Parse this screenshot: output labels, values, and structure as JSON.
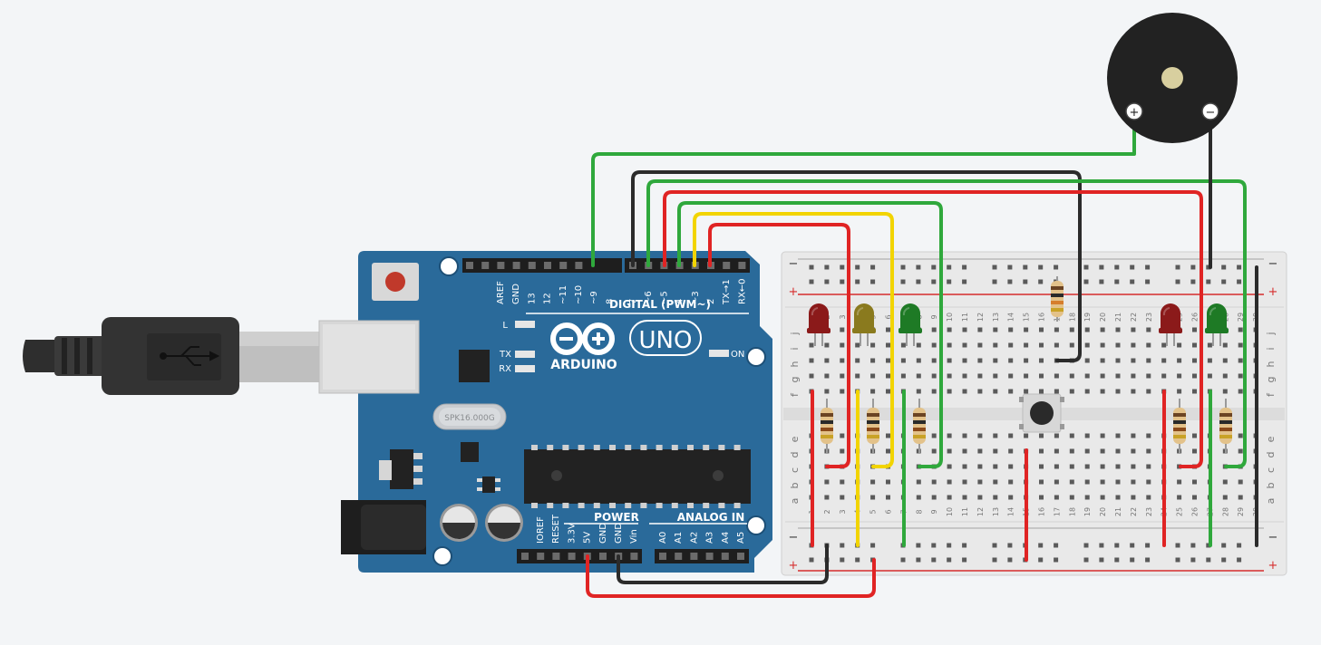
{
  "arduino": {
    "logo": "ARDUINO",
    "model": "UNO",
    "digital_label": "DIGITAL (PWM~)",
    "power_label": "POWER",
    "analog_label": "ANALOG IN",
    "led_l": "L",
    "led_tx": "TX",
    "led_rx": "RX",
    "on_label": "ON",
    "crystal": "SPK16.000G",
    "digital_pins_left": [
      "AREF",
      "GND",
      "13",
      "12",
      "~11",
      "~10",
      "~9",
      "8"
    ],
    "digital_pins_right": [
      "7",
      "~6",
      "~5",
      "4",
      "~3",
      "2",
      "TX→1",
      "RX←0"
    ],
    "power_pins": [
      "IOREF",
      "RESET",
      "3.3V",
      "5V",
      "GND",
      "GND",
      "Vin"
    ],
    "analog_pins": [
      "A0",
      "A1",
      "A2",
      "A3",
      "A4",
      "A5"
    ]
  },
  "breadboard": {
    "row_letters_top": [
      "j",
      "i",
      "h",
      "g",
      "f"
    ],
    "row_letters_bottom": [
      "e",
      "d",
      "c",
      "b",
      "a"
    ],
    "plus": "+",
    "minus": "−",
    "columns": 30
  },
  "buzzer": {
    "plus": "+",
    "minus": "−"
  },
  "colors": {
    "board": "#2a6a9a",
    "wire_red": "#e02424",
    "wire_green": "#2fa83c",
    "wire_black": "#2b2b2b",
    "wire_yellow": "#f2d400",
    "led_red": "#8b1a1a",
    "led_yellow": "#8a7a1e",
    "led_green": "#1e7a25"
  }
}
